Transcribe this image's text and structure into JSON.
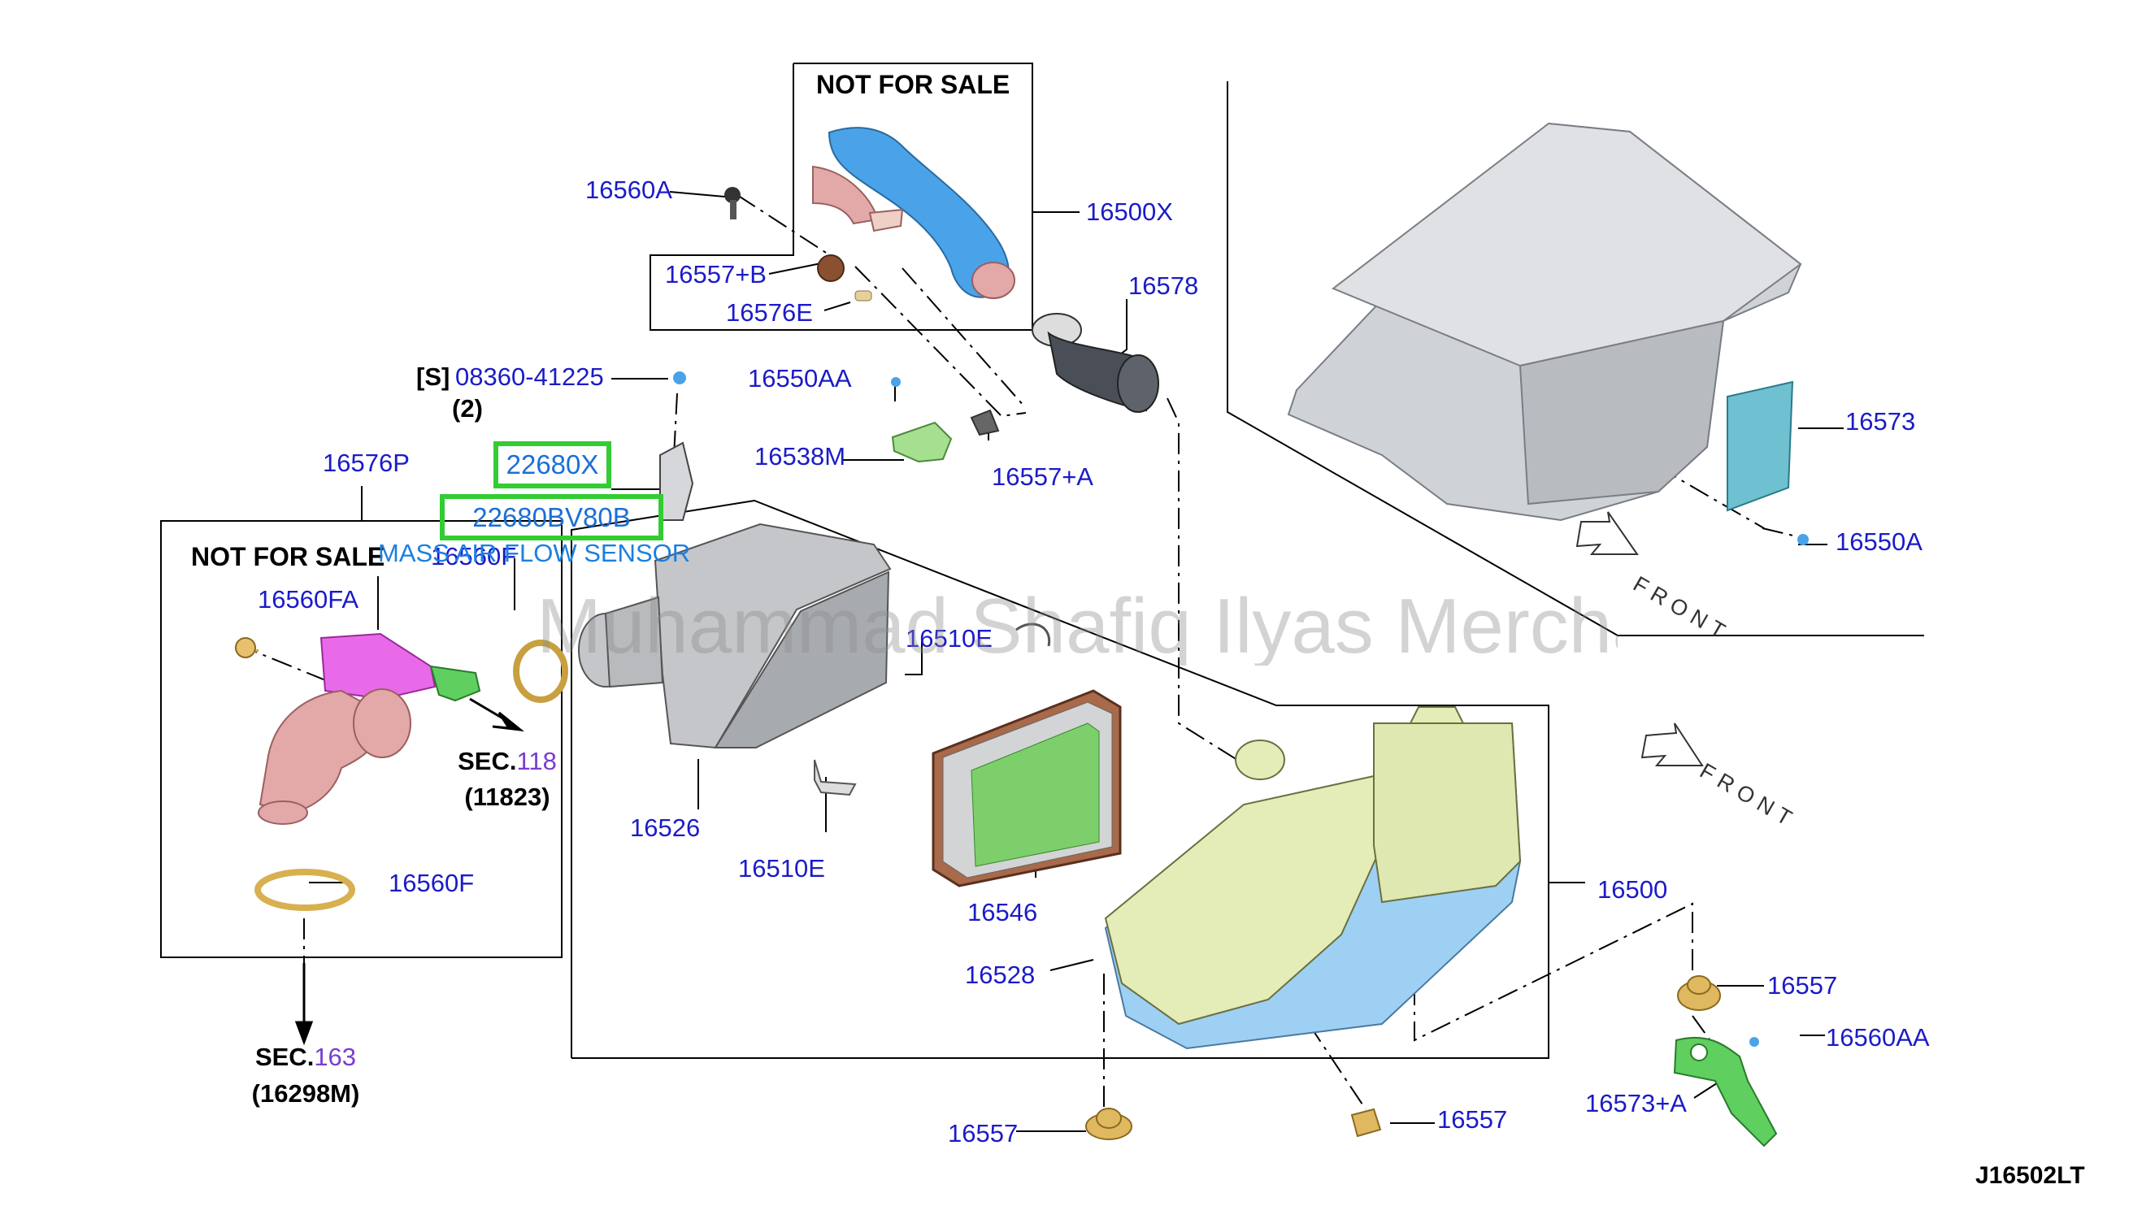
{
  "headers": {
    "not_for_sale_top": "NOT FOR SALE",
    "not_for_sale_left": "NOT FOR SALE"
  },
  "labels": {
    "p16560A_top": "16560A",
    "p16500X": "16500X",
    "p16557B": "16557+B",
    "p16576E": "16576E",
    "p16578": "16578",
    "s_bracket": "[S]",
    "p08360": "08360-41225",
    "qty2": "(2)",
    "p16550AA": "16550AA",
    "p16538M": "16538M",
    "p16557A": "16557+A",
    "p16576P": "16576P",
    "p16560FA": "16560FA",
    "p16560F_mid": "16560F",
    "p16510E_top": "16510E",
    "p16526": "16526",
    "p16510E_bottom": "16510E",
    "p16546": "16546",
    "p16528": "16528",
    "p16560F_bottom": "16560F",
    "p16500": "16500",
    "p16573": "16573",
    "p16550A_right": "16550A",
    "p16557_right": "16557",
    "p16560AA": "16560AA",
    "p16573A": "16573+A",
    "p16557_bottom_left": "16557",
    "p16557_bottom_mid": "16557"
  },
  "highlights": {
    "h1": "22680X",
    "h2": "22680BV80B"
  },
  "maf_label": "MASS AIR FLOW SENSOR",
  "sections": {
    "sec118_prefix": "SEC.",
    "sec118_num": "118",
    "sec118_sub": "(11823)",
    "sec163_prefix": "SEC.",
    "sec163_num": "163",
    "sec163_sub": "(16298M)"
  },
  "front_labels": {
    "f1": "FRONT",
    "f2": "FRONT"
  },
  "watermark": "Muhammad Shafiq Ilyas Merchant Auto Partstore",
  "diagram_code": "J16502LT",
  "colors": {
    "label_blue": "#1b1bc8",
    "section_purple": "#7a3ccf",
    "highlight_green": "#33cc33",
    "maf_blue": "#1a7fe0",
    "duct_blue": "#4aa3e8",
    "duct_pink": "#e3a8a8",
    "sensor_magenta": "#e86ae8",
    "bracket_green": "#5fcf5f",
    "airbox_yellow": "#e4ecb8",
    "airbox_blue": "#9ed0f4",
    "filter_green": "#7ccf6a",
    "clamp_gold": "#e8c070",
    "engine_gray": "#cfd2d6"
  }
}
